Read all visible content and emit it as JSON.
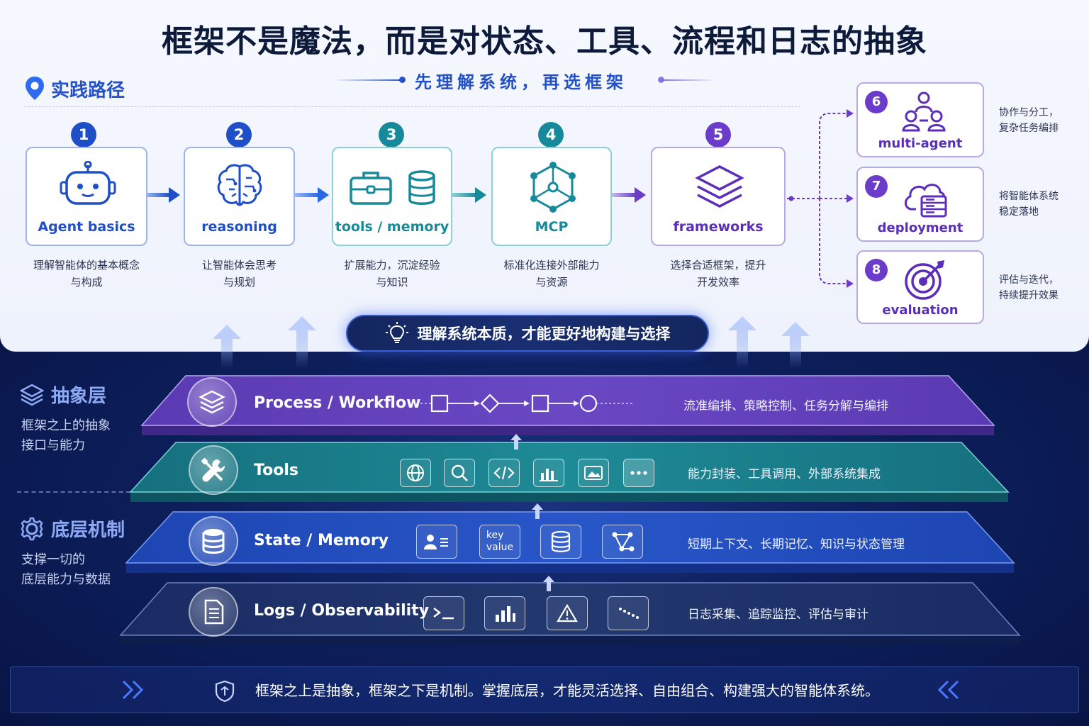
{
  "title": "框架不是魔法，而是对状态、工具、流程和日志的抽象",
  "subtitle": "先理解系统，再选框架",
  "practice": {
    "label": "实践路径",
    "steps": [
      {
        "num": "1",
        "label": "Agent basics",
        "desc_line1": "理解智能体的基本概念",
        "desc_line2": "与构成",
        "icon": "robot-icon",
        "color": "#1f4fc6"
      },
      {
        "num": "2",
        "label": "reasoning",
        "desc_line1": "让智能体会思考",
        "desc_line2": "与规划",
        "icon": "brain-icon",
        "color": "#1f4fc6"
      },
      {
        "num": "3",
        "label": "tools / memory",
        "desc_line1": "扩展能力，沉淀经验",
        "desc_line2": "与知识",
        "icon": "toolbox-database-icon",
        "color": "#168a9a"
      },
      {
        "num": "4",
        "label": "MCP",
        "desc_line1": "标准化连接外部能力",
        "desc_line2": "与资源",
        "icon": "network-hexagon-icon",
        "color": "#168a9a"
      },
      {
        "num": "5",
        "label": "frameworks",
        "desc_line1": "选择合适框架，提升",
        "desc_line2": "开发效率",
        "icon": "layers-icon",
        "color": "#5b2db8"
      }
    ],
    "branches": [
      {
        "num": "6",
        "label": "multi-agent",
        "desc_line1": "协作与分工，",
        "desc_line2": "复杂任务编排",
        "icon": "team-icon"
      },
      {
        "num": "7",
        "label": "deployment",
        "desc_line1": "将智能体系统",
        "desc_line2": "稳定落地",
        "icon": "cloud-server-icon"
      },
      {
        "num": "8",
        "label": "evaluation",
        "desc_line1": "评估与迭代，",
        "desc_line2": "持续提升效果",
        "icon": "target-icon"
      }
    ]
  },
  "insight": "理解系统本质，才能更好地构建与选择",
  "abstraction": {
    "heading": "抽象层",
    "line1": "框架之上的抽象",
    "line2": "接口与能力"
  },
  "mechanism": {
    "heading": "底层机制",
    "line1": "支撑一切的",
    "line2": "底层能力与数据"
  },
  "layers": [
    {
      "title": "Process / Workflow",
      "desc": "流准编排、策略控制、任务分解与编排"
    },
    {
      "title": "Tools",
      "desc": "能力封装、工具调用、外部系统集成"
    },
    {
      "title": "State / Memory",
      "desc": "短期上下文、长期记忆、知识与状态管理",
      "tile_key": "key",
      "tile_value": "value"
    },
    {
      "title": "Logs / Observability",
      "desc": "日志采集、追踪监控、评估与审计"
    }
  ],
  "footer": "框架之上是抽象，框架之下是机制。掌握底层，才能灵活选择、自由组合、构建强大的智能体系统。",
  "colors": {
    "blue": "#1f4fc6",
    "teal": "#168a9a",
    "purple": "#5b2db8",
    "navy": "#0b1c4e"
  }
}
